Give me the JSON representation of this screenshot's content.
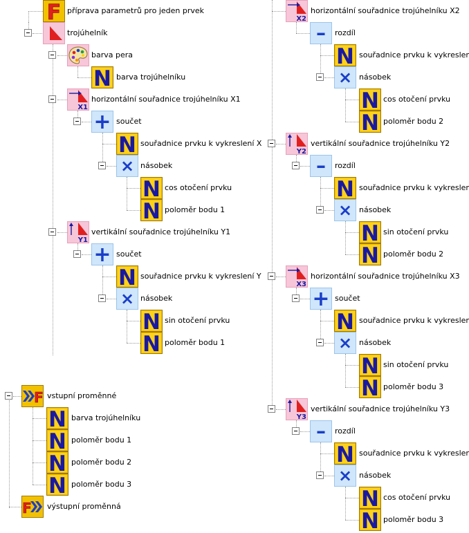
{
  "left": {
    "root_label": "příprava parametrů pro jeden prvek",
    "triangle_label": "trojúhelník",
    "pen_color_label": "barva pera",
    "triangle_color_label": "barva trojúhelníku",
    "x1_label": "horizontální souřadnice trojúhelníku X1",
    "x1_sum_label": "součet",
    "x1_coord_label": "souřadnice prvku k vykreslení X",
    "x1_mult_label": "násobek",
    "x1_cos_label": "cos otočení prvku",
    "x1_radius_label": "poloměr bodu 1",
    "y1_label": "vertikální souřadnice trojúhelníku Y1",
    "y1_sum_label": "součet",
    "y1_coord_label": "souřadnice prvku k vykreslení Y",
    "y1_mult_label": "násobek",
    "y1_sin_label": "sin otočení prvku",
    "y1_radius_label": "poloměr bodu 1",
    "inputs_label": "vstupní proměnné",
    "in_color_label": "barva trojúhelníku",
    "in_r1_label": "poloměr bodu 1",
    "in_r2_label": "poloměr bodu 2",
    "in_r3_label": "poloměr bodu 3",
    "output_label": "výstupní proměnná"
  },
  "right": {
    "x2_label": "horizontální souřadnice trojúhelníku X2",
    "x2_diff_label": "rozdíl",
    "x2_coord_label": "souřadnice prvku k vykreslení X",
    "x2_mult_label": "násobek",
    "x2_cos_label": "cos otočení prvku",
    "x2_radius_label": "poloměr bodu 2",
    "y2_label": "vertikální souřadnice trojúhelníku Y2",
    "y2_diff_label": "rozdíl",
    "y2_coord_label": "souřadnice prvku k vykreslení Y",
    "y2_mult_label": "násobek",
    "y2_sin_label": "sin otočení prvku",
    "y2_radius_label": "poloměr bodu 2",
    "x3_label": "horizontální souřadnice trojúhelníku X3",
    "x3_sum_label": "součet",
    "x3_coord_label": "souřadnice prvku k vykreslení X",
    "x3_mult_label": "násobek",
    "x3_sin_label": "sin otočení prvku",
    "x3_radius_label": "poloměr bodu 3",
    "y3_label": "vertikální souřadnice trojúhelníku Y3",
    "y3_diff_label": "rozdíl",
    "y3_coord_label": "souřadnice prvku k vykreslení Y",
    "y3_mult_label": "násobek",
    "y3_cos_label": "cos otočení prvku",
    "y3_radius_label": "poloměr bodu 3"
  },
  "icon_glyphs": {
    "f": "F",
    "n": "N",
    "plus": "+",
    "minus": "–",
    "times": "×",
    "x1": "X1",
    "x2": "X2",
    "x3": "X3",
    "y1": "Y1",
    "y2": "Y2",
    "y3": "Y3"
  },
  "colors": {
    "gold": "#f2c100",
    "navy": "#1a1aa0",
    "red": "#e02020",
    "pink": "#f7c6d8",
    "lightblue": "#cfe6fb",
    "blue": "#1a3ec8",
    "line": "#9a9a9a"
  }
}
